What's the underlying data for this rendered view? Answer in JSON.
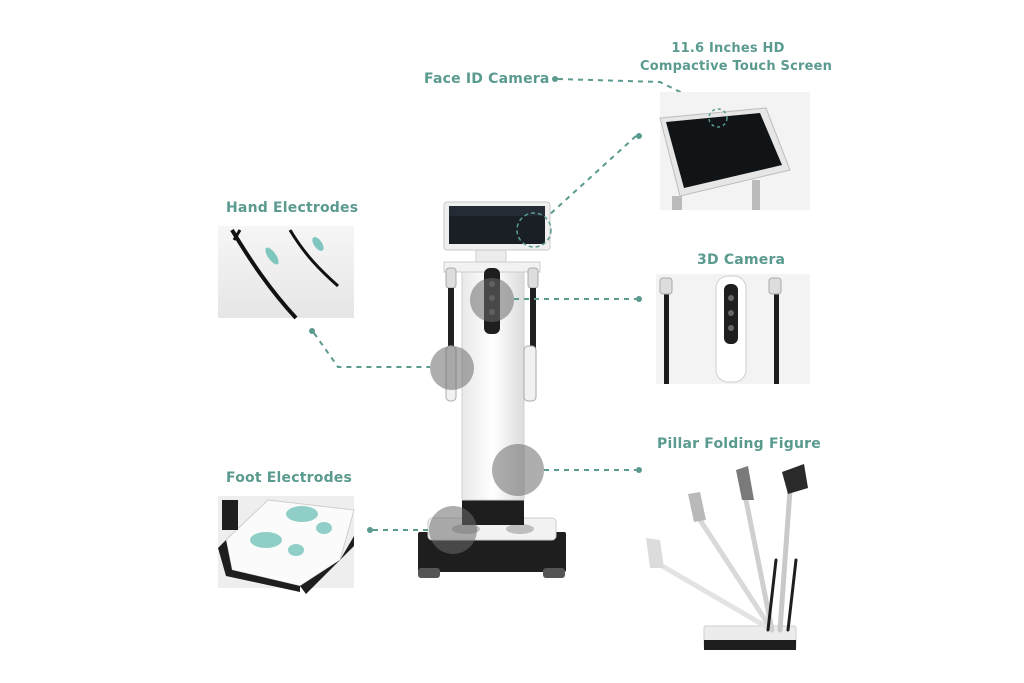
{
  "labels": {
    "touch_screen_line1": "11.6 Inches HD",
    "touch_screen_line2": "Compactive Touch Screen",
    "face_id_camera": "Face ID Camera",
    "hand_electrodes": "Hand Electrodes",
    "camera_3d": "3D Camera",
    "foot_electrodes": "Foot Electrodes",
    "pillar_folding": "Pillar Folding Figure"
  },
  "colors": {
    "accent": "#5a9a8f",
    "callout_circle": "#6b6b6b"
  }
}
